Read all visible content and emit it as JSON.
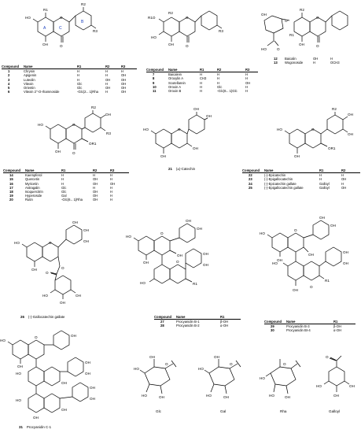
{
  "panel1": {
    "rings": [
      "A",
      "C",
      "B"
    ],
    "subs": [
      "R1",
      "R2",
      "R3"
    ],
    "headers": [
      "Compound",
      "Name",
      "R1",
      "R2",
      "R3"
    ],
    "rows": [
      [
        "1",
        "Chrysin",
        "H",
        "H",
        "H"
      ],
      [
        "2",
        "Apigenin",
        "H",
        "H",
        "OH"
      ],
      [
        "3",
        "Luteolin",
        "H",
        "OH",
        "OH"
      ],
      [
        "4",
        "Vitexin",
        "Glc",
        "H",
        "OH"
      ],
      [
        "5",
        "Orientin",
        "Glc",
        "OH",
        "OH"
      ],
      [
        "6",
        "Vitexin 2''-O-rhamnoside",
        "-Glc(2←1)Rha",
        "H",
        "OH"
      ]
    ]
  },
  "panel2": {
    "subs": [
      "R1O",
      "R2",
      "R3"
    ],
    "headers": [
      "Compound",
      "Name",
      "R1",
      "R2",
      "R3"
    ],
    "rows": [
      [
        "7",
        "Baicalein",
        "H",
        "H",
        "H"
      ],
      [
        "8",
        "Oroxylin A",
        "CH3",
        "H",
        "H"
      ],
      [
        "9",
        "Scutellarein",
        "H",
        "H",
        "OH"
      ],
      [
        "10",
        "Oroxin A",
        "H",
        "Glc",
        "H"
      ],
      [
        "11",
        "Oroxin B",
        "H",
        "-Glc(6←1)Glc",
        "H"
      ]
    ]
  },
  "panel3": {
    "subs": [
      "R1",
      "R2"
    ],
    "rows": [
      [
        "12",
        "Baicalin",
        "OH",
        "H"
      ],
      [
        "13",
        "Wogonoside",
        "H",
        "OCH3"
      ]
    ]
  },
  "panel4": {
    "subs": [
      "R2",
      "R3",
      "OR1"
    ],
    "headers": [
      "Compound",
      "Name",
      "R1",
      "R2",
      "R3"
    ],
    "rows": [
      [
        "14",
        "Kaempferol",
        "H",
        "H",
        "H"
      ],
      [
        "15",
        "Quercetin",
        "H",
        "OH",
        "H"
      ],
      [
        "16",
        "Myricetin",
        "H",
        "OH",
        "OH"
      ],
      [
        "17",
        "Astragalin",
        "Glc",
        "H",
        "H"
      ],
      [
        "18",
        "Isoquercitrin",
        "Glc",
        "OH",
        "H"
      ],
      [
        "19",
        "Hyperoside",
        "Gal",
        "OH",
        "H"
      ],
      [
        "20",
        "Rutin",
        "-Glc(6←1)Rha",
        "OH",
        "H"
      ]
    ]
  },
  "catechin": {
    "num": "21",
    "name": "(±)-Catechin"
  },
  "panel6": {
    "subs": [
      "R2",
      "OR1"
    ],
    "headers": [
      "Compound",
      "Name",
      "R1",
      "R2"
    ],
    "rows": [
      [
        "22",
        "(-)-Epicatechin",
        "H",
        "H"
      ],
      [
        "23",
        "(-)-Epigallocatechin",
        "H",
        "OH"
      ],
      [
        "24",
        "(-)-Epicatechin gallate",
        "Galloyl",
        "H"
      ],
      [
        "25",
        "(-)-Epigallocatechin gallate",
        "Galloyl",
        "OH"
      ]
    ]
  },
  "gcg": {
    "num": "26",
    "name": "(-)-Gallocatechin gallate"
  },
  "panel8": {
    "subs": [
      "R1"
    ],
    "headers": [
      "Compound",
      "Name",
      "R1"
    ],
    "rows": [
      [
        "27",
        "Procyanidin B-1",
        "β-OH"
      ],
      [
        "28",
        "Procyanidin B-2",
        "α-OH"
      ]
    ]
  },
  "panel9": {
    "subs": [
      "R1"
    ],
    "headers": [
      "Compound",
      "Name",
      "R1"
    ],
    "rows": [
      [
        "29",
        "Procyanidin B-3",
        "β-OH"
      ],
      [
        "30",
        "Procyanidin BI-4",
        "α-OH"
      ]
    ]
  },
  "c1": {
    "num": "31",
    "name": "Procyanidin C-1"
  },
  "sugars": [
    "Glc",
    "Gal",
    "Rha",
    "Galloyl"
  ],
  "atoms": {
    "oh": "OH",
    "ho": "HO",
    "o": "O"
  }
}
